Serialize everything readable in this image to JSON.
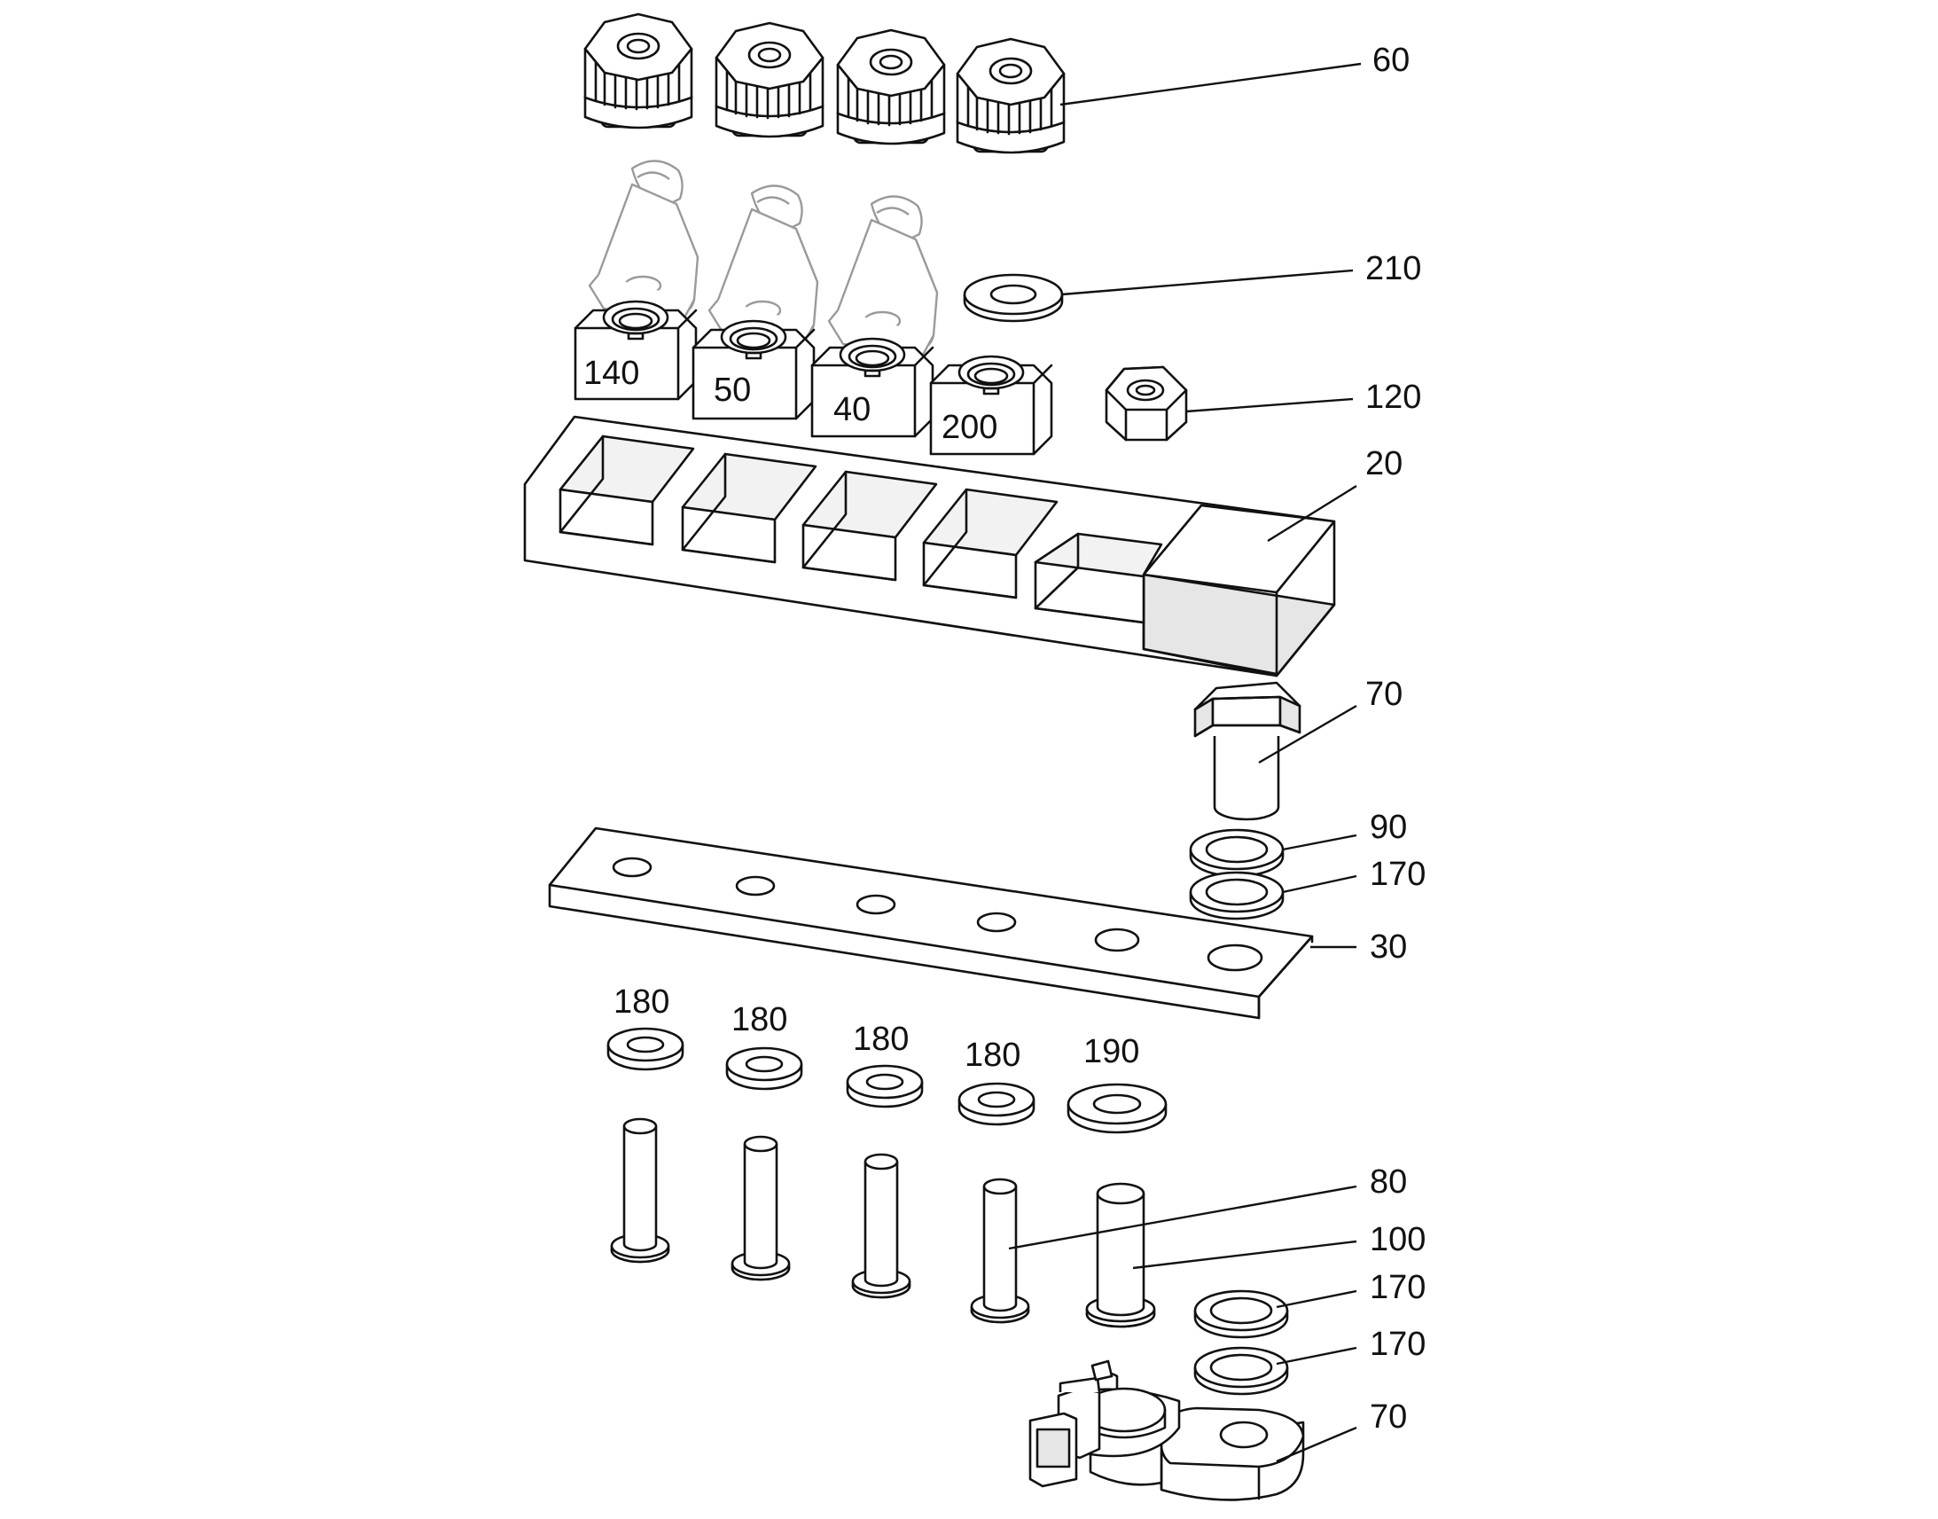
{
  "labels": {
    "l60": "60",
    "l210": "210",
    "l120": "120",
    "l20": "20",
    "l70a": "70",
    "l90": "90",
    "l170a": "170",
    "l30": "30",
    "l80": "80",
    "l100": "100",
    "l170b": "170",
    "l170c": "170",
    "l70b": "70"
  },
  "blocks": [
    "140",
    "50",
    "40",
    "200"
  ],
  "washers": [
    "180",
    "180",
    "180",
    "180",
    "190"
  ]
}
